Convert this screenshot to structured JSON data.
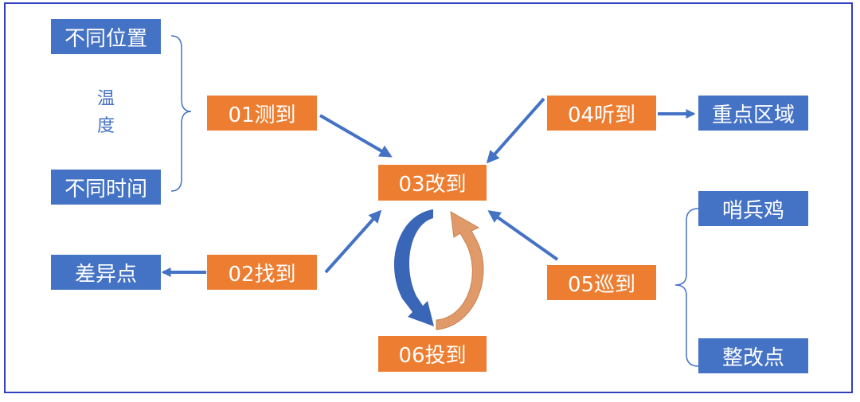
{
  "left": {
    "top_box": "不同位置",
    "bottom_box": "不同时间",
    "brace_label_line1": "温",
    "brace_label_line2": "度",
    "diff_box": "差异点"
  },
  "steps": {
    "s01": "01测到",
    "s02": "02找到",
    "s03": "03改到",
    "s04": "04听到",
    "s05": "05巡到",
    "s06": "06投到"
  },
  "right": {
    "key_area": "重点区域",
    "sentinel": "哨兵鸡",
    "fix_point": "整改点"
  },
  "colors": {
    "blue": "#4472c4",
    "orange": "#ed7d31",
    "arrow": "#4472c4",
    "frame": "#2f3fbf"
  }
}
